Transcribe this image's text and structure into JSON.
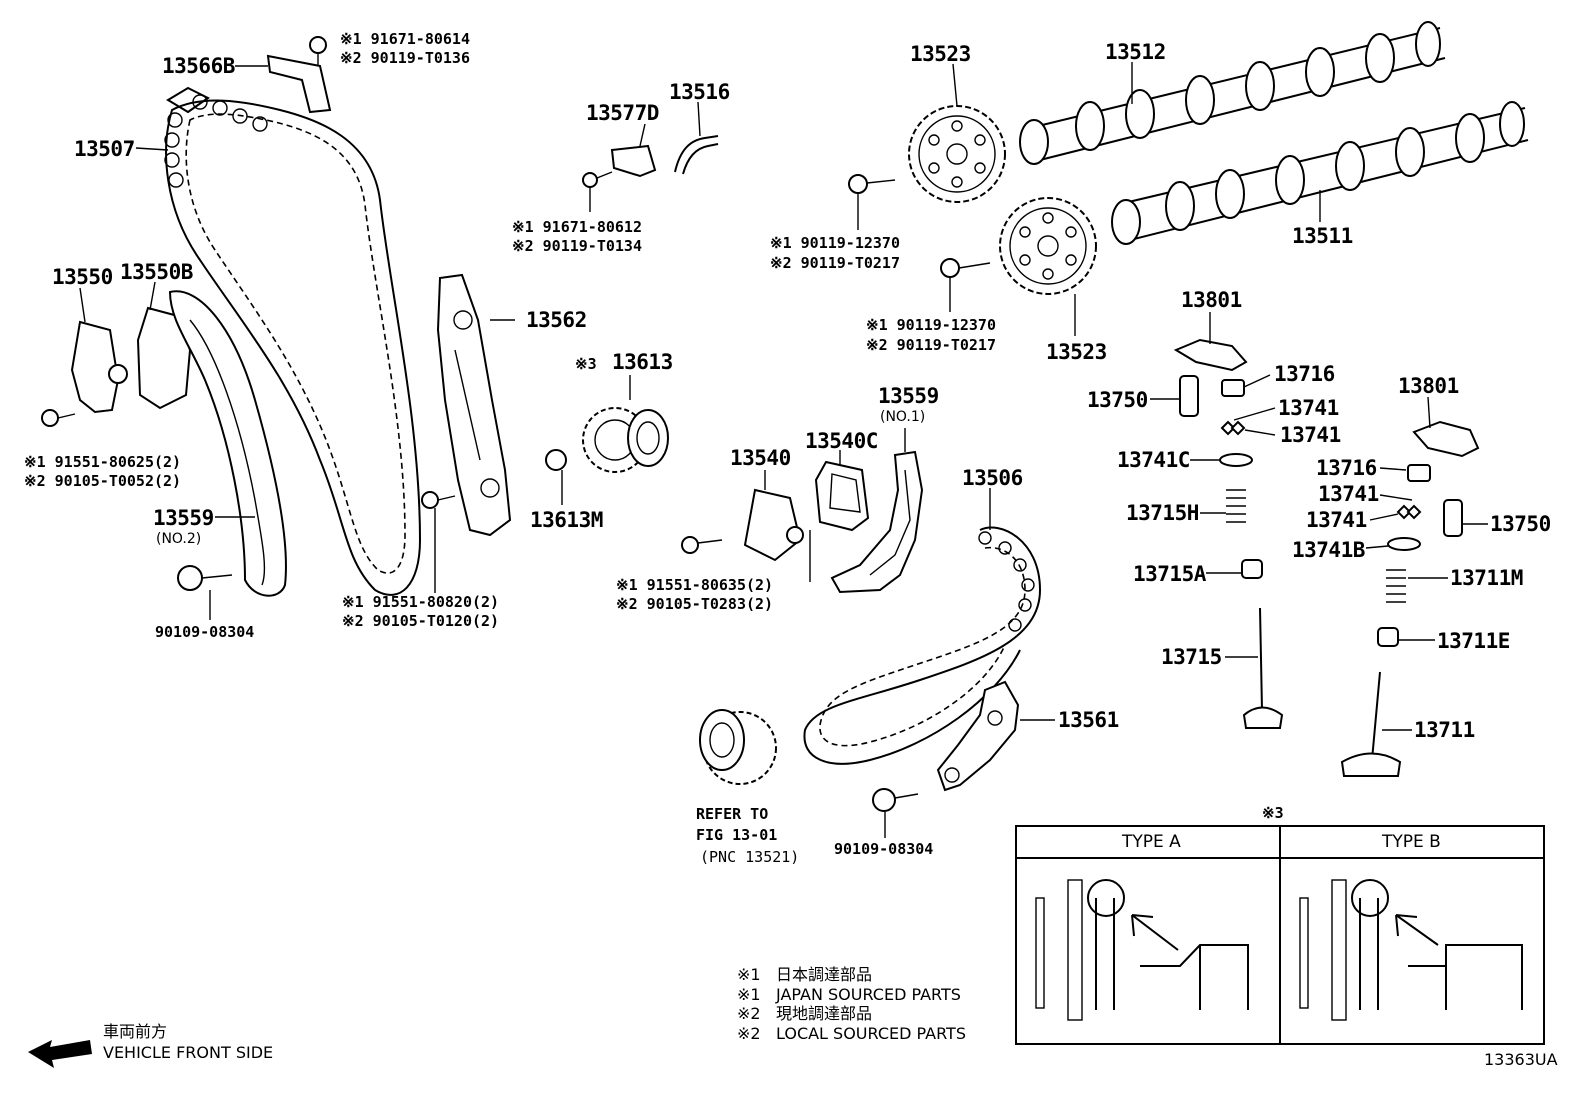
{
  "diagram_code": "13363UA",
  "direction": {
    "jp": "車両前方",
    "en": "VEHICLE FRONT SIDE"
  },
  "legend": [
    {
      "mark": "※1",
      "text": "日本調達部品"
    },
    {
      "mark": "※1",
      "text": "JAPAN SOURCED PARTS"
    },
    {
      "mark": "※2",
      "text": "現地調達部品"
    },
    {
      "mark": "※2",
      "text": "LOCAL SOURCED PARTS"
    }
  ],
  "types_panel": {
    "note_mark": "※3",
    "type_a": "TYPE A",
    "type_b": "TYPE B"
  },
  "parts": {
    "p13566B": "13566B",
    "p13507": "13507",
    "p13550": "13550",
    "p13550B": "13550B",
    "p13559_no2": "13559",
    "no2": "(NO.2)",
    "p13562": "13562",
    "p13577D": "13577D",
    "p13516": "13516",
    "p13613": "13613",
    "mark3": "※3",
    "p13613M": "13613M",
    "p13523_top": "13523",
    "p13523_bottom": "13523",
    "p13512": "13512",
    "p13511": "13511",
    "p13801_a": "13801",
    "p13801_b": "13801",
    "p13716_a": "13716",
    "p13716_b": "13716",
    "p13750_a": "13750",
    "p13750_b": "13750",
    "p13741_1": "13741",
    "p13741_2": "13741",
    "p13741_3": "13741",
    "p13741_4": "13741",
    "p13741C": "13741C",
    "p13741B": "13741B",
    "p13715H": "13715H",
    "p13715A": "13715A",
    "p13715": "13715",
    "p13711M": "13711M",
    "p13711E": "13711E",
    "p13711": "13711",
    "p13540": "13540",
    "p13540C": "13540C",
    "p13559_no1": "13559",
    "no1": "(NO.1)",
    "p13506": "13506",
    "p13561": "13561",
    "bolt_90109_left": "90109-08304",
    "bolt_90109_right": "90109-08304"
  },
  "notes": {
    "n_13566B_1": "※1 91671-80614",
    "n_13566B_2": "※2 90119-T0136",
    "n_13577D_1": "※1 91671-80612",
    "n_13577D_2": "※2 90119-T0134",
    "n_13523a_1": "※1 90119-12370",
    "n_13523a_2": "※2 90119-T0217",
    "n_13523b_1": "※1 90119-12370",
    "n_13523b_2": "※2 90119-T0217",
    "n_13550_1": "※1 91551-80625(2)",
    "n_13550_2": "※2 90105-T0052(2)",
    "n_13562_1": "※1 91551-80820(2)",
    "n_13562_2": "※2 90105-T0120(2)",
    "n_13540_1": "※1 91551-80635(2)",
    "n_13540_2": "※2 90105-T0283(2)"
  },
  "refer": {
    "line1": "REFER TO",
    "line2": "FIG 13-01",
    "line3": "(PNC 13521)"
  }
}
